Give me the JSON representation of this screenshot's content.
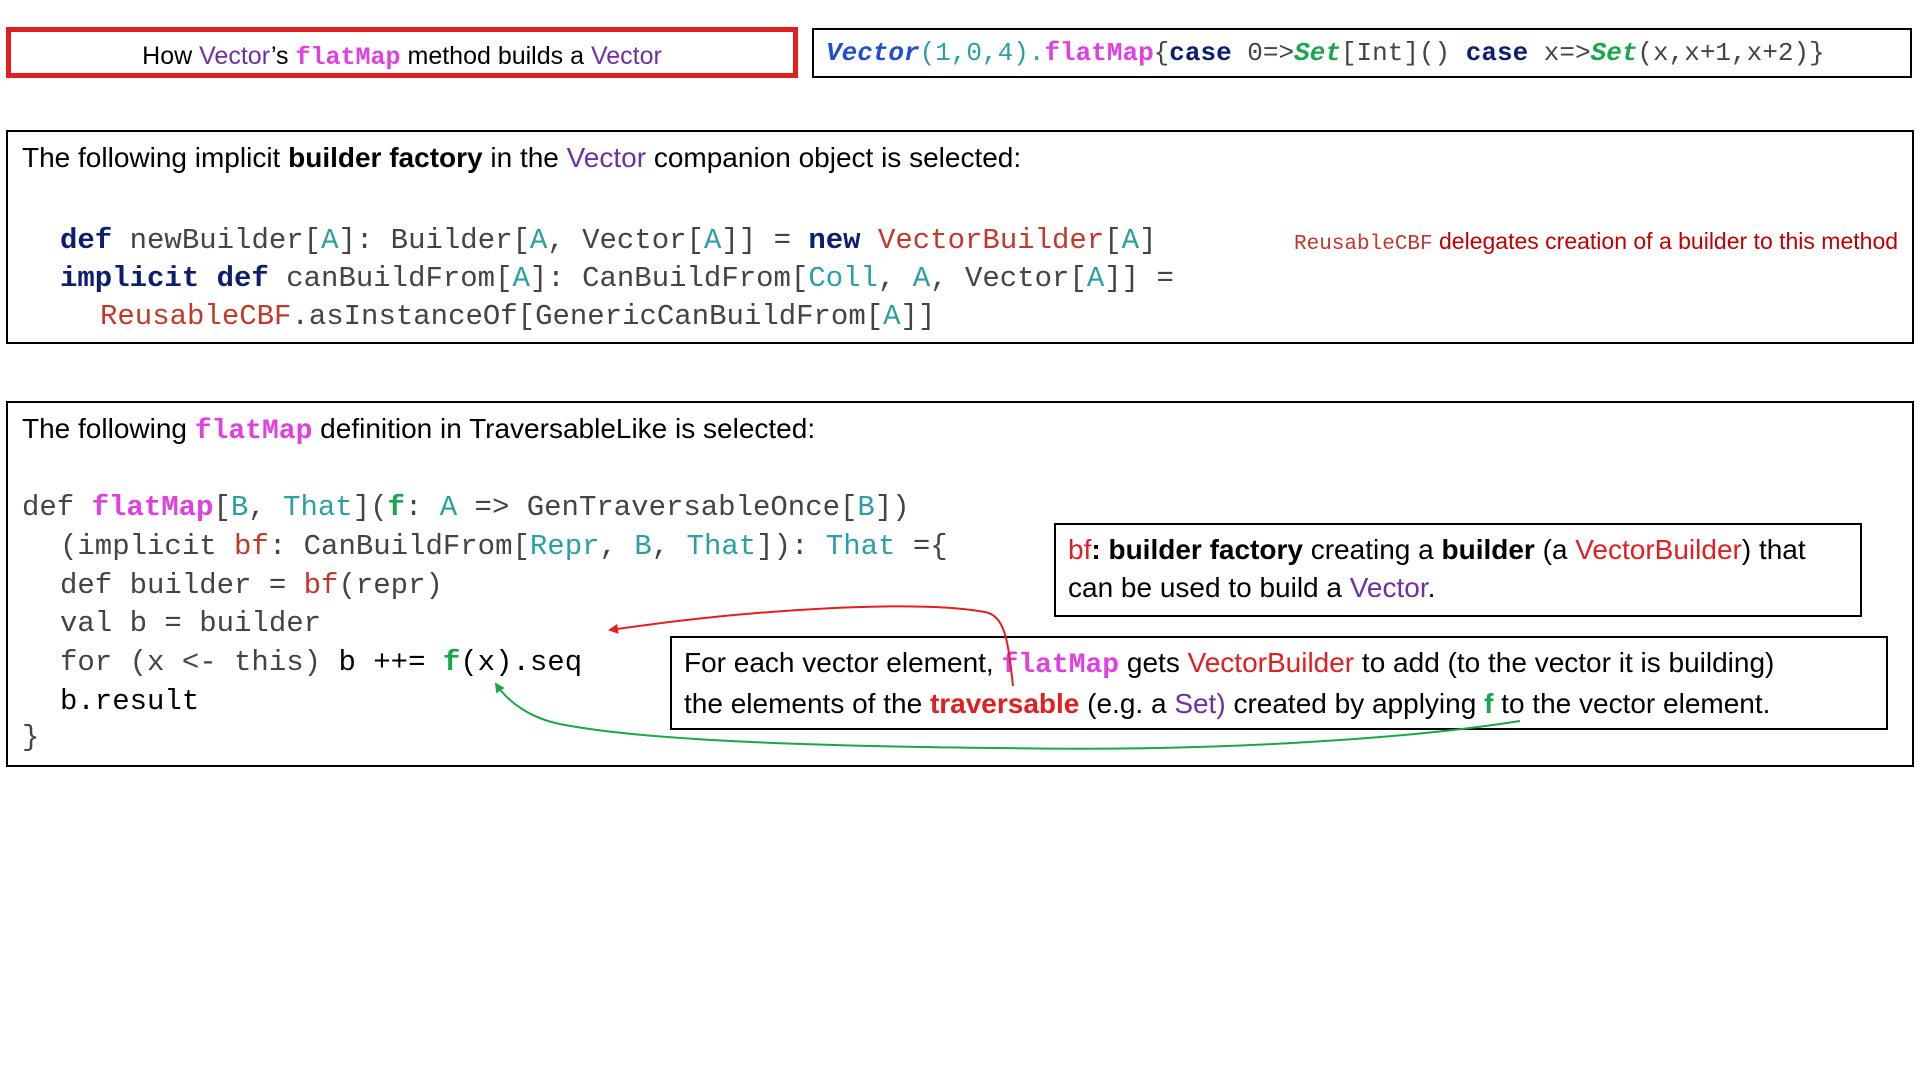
{
  "title": {
    "p1": "How ",
    "vector": "Vector",
    "p2": "’s ",
    "flatmap": "flatMap",
    "p3": " method builds a ",
    "vector2": "Vector"
  },
  "expression": {
    "t1": "Vector",
    "t2": "(1,0,4).",
    "t3": "flatMap",
    "t4": "{",
    "t5": "case",
    "t6": " 0=>",
    "t7": "Set",
    "t8": "[Int]() ",
    "t9": "case",
    "t10": " x=>",
    "t11": "Set",
    "t12": "(x,x+1,x+2)}"
  },
  "panel1": {
    "heading": {
      "p1": "The following implicit ",
      "bold": "builder factory",
      "p2": " in the ",
      "vector": "Vector",
      "p3": " companion object is selected:"
    },
    "line1": {
      "t1": "def",
      "t2": " newBuilder[",
      "t3": "A",
      "t4": "]: Builder[",
      "t5": "A",
      "t6": ", Vector[",
      "t7": "A",
      "t8": "]] = ",
      "t9": "new",
      "t10": " ",
      "t11": "VectorBuilder",
      "t12": "[",
      "t13": "A",
      "t14": "]"
    },
    "note": {
      "mono": "ReusableCBF",
      "text": " delegates creation of a builder to this method"
    },
    "line2": {
      "t1": "implicit def",
      "t2": " canBuildFrom[",
      "t3": "A",
      "t4": "]: CanBuildFrom[",
      "t5": "Coll",
      "t6": ", ",
      "t7": "A",
      "t8": ", Vector[",
      "t9": "A",
      "t10": "]] ="
    },
    "line3": {
      "t1": "ReusableCBF",
      "t2": ".asInstanceOf[GenericCanBuildFrom[",
      "t3": "A",
      "t4": "]]"
    }
  },
  "panel2": {
    "heading": {
      "p1": "The following ",
      "flatmap": "flatMap",
      "p2": " definition in TraversableLike is selected:"
    },
    "line1": {
      "t1": "def ",
      "t2": "flatMap",
      "t3": "[",
      "t4": "B",
      "t5": ", ",
      "t6": "That",
      "t7": "](",
      "t8": "f",
      "t9": ": ",
      "t10": "A",
      "t11": " => GenTraversableOnce[",
      "t12": "B",
      "t13": "])"
    },
    "line2": {
      "t1": "(implicit ",
      "t2": "bf",
      "t3": ": CanBuildFrom[",
      "t4": "Repr",
      "t5": ", ",
      "t6": "B",
      "t7": ", ",
      "t8": "That",
      "t9": "]): ",
      "t10": "That",
      "t11": " ={"
    },
    "line3": {
      "t1": "def builder = ",
      "t2": "bf",
      "t3": "(repr)"
    },
    "line4": "val b = builder",
    "line5": {
      "t1": "for (x <- this) ",
      "t2": "b ++= ",
      "t3": "f",
      "t4": "(x).seq"
    },
    "line6": "b.result",
    "line7": "}",
    "callout_bf": {
      "t1": "bf",
      "t2": ": builder factory",
      "t3": " creating a ",
      "t4": "builder",
      "t5": " (a ",
      "t6": "VectorBuilder",
      "t7": ") that",
      "t8": "can be used to build a ",
      "t9": "Vector",
      "t10": "."
    },
    "callout_each": {
      "t1": "For each vector element, ",
      "t2": "flatMap",
      "t3": "  gets ",
      "t4": "VectorBuilder",
      "t5": " to add (to the vector it is building)",
      "t6": "the elements of the ",
      "t7": "traversable",
      "t8": " (e.g. a ",
      "t9": "Set)",
      "t10": " created by applying ",
      "t11": "f",
      "t12": " to the vector element."
    }
  },
  "colors": {
    "title_border": "#e02020",
    "red_arrow": "#e02020",
    "green_arrow": "#1aa64b",
    "purple": "#7030a0",
    "magenta": "#e040e0",
    "keyword": "#0b1f6e",
    "teal": "#2aa0a6"
  }
}
